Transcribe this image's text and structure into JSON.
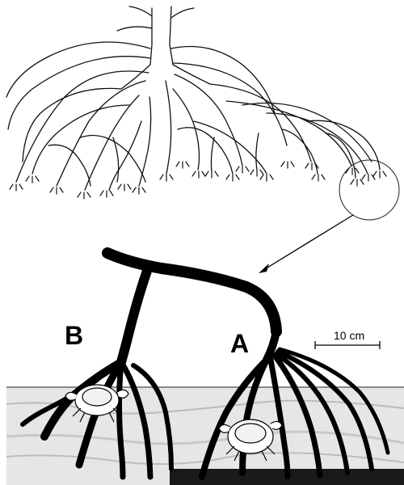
{
  "figure": {
    "label_b": "B",
    "label_a": "A",
    "scale_label": "10 cm"
  }
}
